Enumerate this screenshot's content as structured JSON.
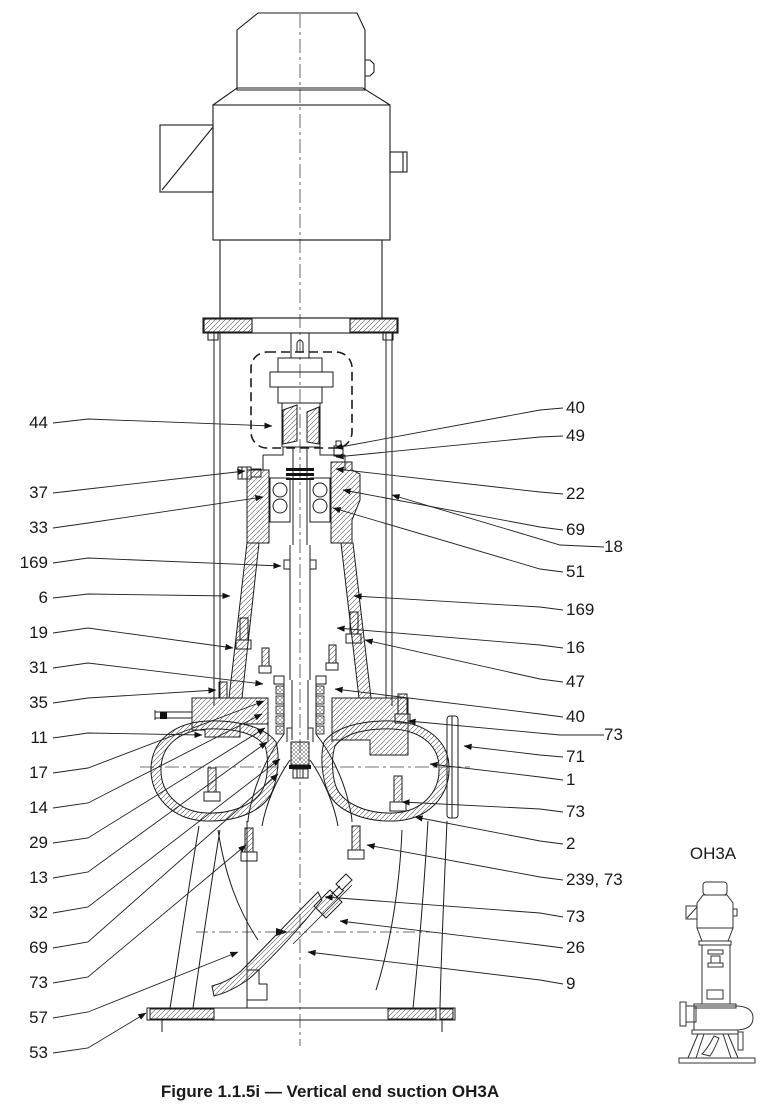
{
  "figure": {
    "caption": "Figure 1.1.5i — Vertical end suction OH3A",
    "variant_label": "OH3A"
  },
  "callouts": {
    "left": [
      "44",
      "37",
      "33",
      "169",
      "6",
      "19",
      "31",
      "35",
      "11",
      "17",
      "14",
      "29",
      "13",
      "32",
      "69",
      "73",
      "57",
      "53"
    ],
    "right": [
      "40",
      "49",
      "22",
      "69",
      "18",
      "51",
      "169",
      "16",
      "47",
      "40",
      "73",
      "71",
      "1",
      "73",
      "2",
      "239, 73",
      "73",
      "26",
      "9"
    ]
  }
}
